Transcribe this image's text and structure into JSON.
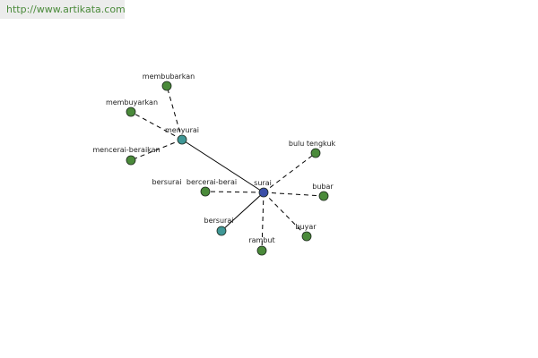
{
  "header": {
    "url": "http://www.artikata.com"
  },
  "colors": {
    "root_node": "#3a4fa8",
    "relation_node": "#3f9796",
    "leaf_node": "#4a8a3a",
    "url_text": "#4a8a3a",
    "banner_bg": "#ececec"
  },
  "graph": {
    "root": "surai",
    "nodes": [
      {
        "id": "surai",
        "label": "surai",
        "kind": "root"
      },
      {
        "id": "menyurai",
        "label": "menyurai",
        "kind": "relation"
      },
      {
        "id": "bersurai_child",
        "label": "bersurai",
        "kind": "relation"
      },
      {
        "id": "membubarkan",
        "label": "membubarkan",
        "kind": "leaf"
      },
      {
        "id": "membuyarkan",
        "label": "membuyarkan",
        "kind": "leaf"
      },
      {
        "id": "mencerai_beraikan",
        "label": "mencerai-beraikan",
        "kind": "leaf"
      },
      {
        "id": "bersurai_leaf",
        "label": "bersurai",
        "kind": "leaf"
      },
      {
        "id": "bercerai_berai",
        "label": "bercerai-berai",
        "kind": "leaf"
      },
      {
        "id": "bulu_tengkuk",
        "label": "bulu tengkuk",
        "kind": "leaf"
      },
      {
        "id": "bubar",
        "label": "bubar",
        "kind": "leaf"
      },
      {
        "id": "buyar",
        "label": "buyar",
        "kind": "leaf"
      },
      {
        "id": "rambut",
        "label": "rambut",
        "kind": "leaf"
      }
    ],
    "edges": [
      {
        "from": "surai",
        "to": "menyurai",
        "style": "solid"
      },
      {
        "from": "surai",
        "to": "bersurai_child",
        "style": "solid"
      },
      {
        "from": "menyurai",
        "to": "membubarkan",
        "style": "dashed"
      },
      {
        "from": "menyurai",
        "to": "membuyarkan",
        "style": "dashed"
      },
      {
        "from": "menyurai",
        "to": "mencerai_beraikan",
        "style": "dashed"
      },
      {
        "from": "surai",
        "to": "bercerai_berai",
        "style": "dashed"
      },
      {
        "from": "surai",
        "to": "bulu_tengkuk",
        "style": "dashed"
      },
      {
        "from": "surai",
        "to": "bubar",
        "style": "dashed"
      },
      {
        "from": "surai",
        "to": "buyar",
        "style": "dashed"
      },
      {
        "from": "surai",
        "to": "rambut",
        "style": "dashed"
      }
    ]
  }
}
